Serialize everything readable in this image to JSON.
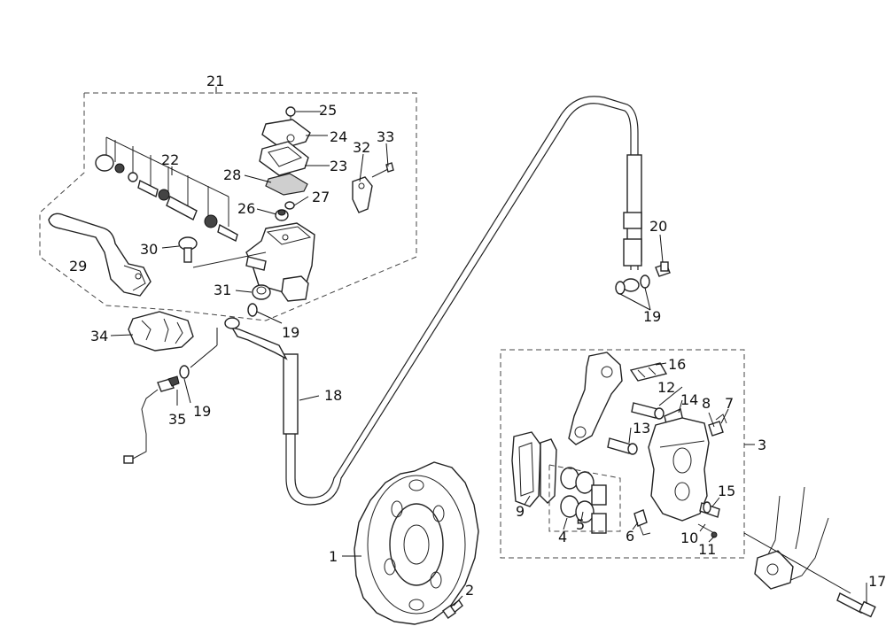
{
  "diagram": {
    "type": "exploded-parts-diagram",
    "subject": "front brake system",
    "labels": {
      "p1": "1",
      "p2": "2",
      "p3": "3",
      "p4": "4",
      "p5": "5",
      "p6": "6",
      "p7": "7",
      "p8": "8",
      "p9": "9",
      "p10": "10",
      "p11": "11",
      "p12": "12",
      "p13": "13",
      "p14": "14",
      "p15": "15",
      "p16": "16",
      "p17": "17",
      "p18": "18",
      "p19a": "19",
      "p19b": "19",
      "p19c": "19",
      "p20": "20",
      "p21": "21",
      "p22": "22",
      "p23": "23",
      "p24": "24",
      "p25": "25",
      "p26": "26",
      "p27": "27",
      "p28": "28",
      "p29": "29",
      "p30": "30",
      "p31": "31",
      "p32": "32",
      "p33": "33",
      "p34": "34",
      "p35": "35"
    },
    "groups": {
      "master_cylinder_assembly": "21",
      "caliper_assembly": "3"
    }
  }
}
